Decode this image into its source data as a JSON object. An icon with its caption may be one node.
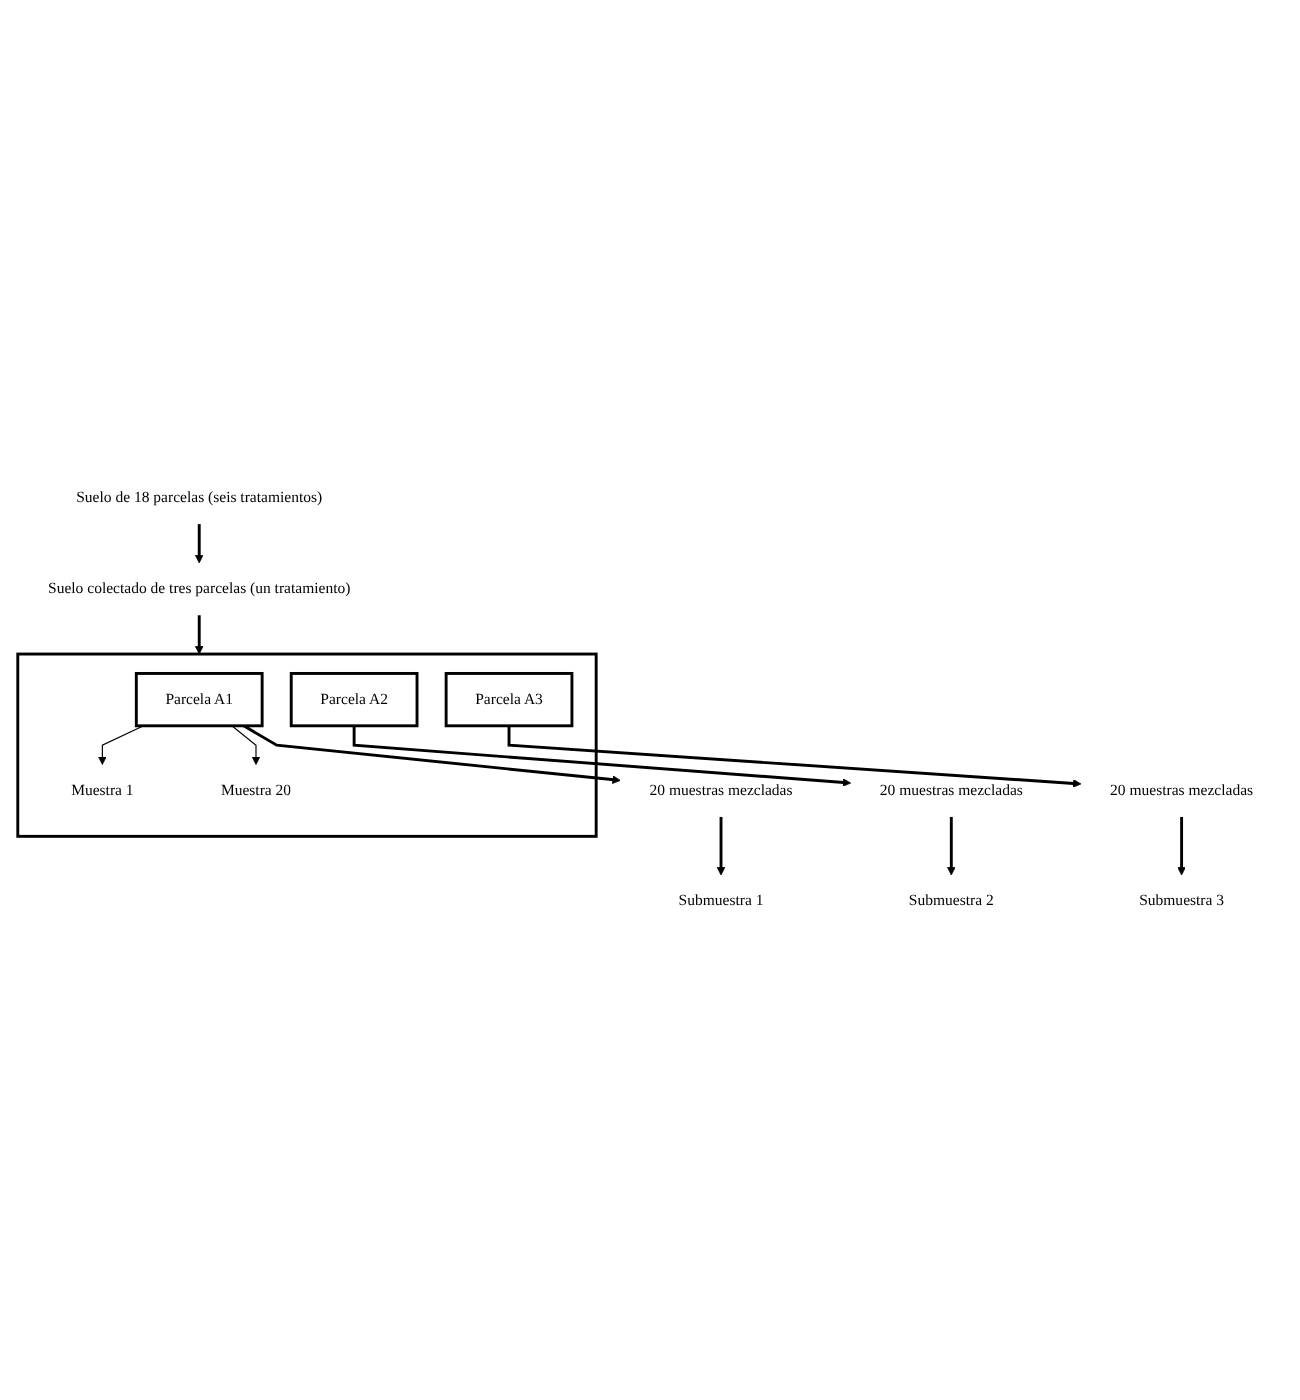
{
  "diagram": {
    "nodes": [
      {
        "text": [
          "Suelo de 18 parcelas (seis tratamientos)"
        ]
      },
      {
        "text": [
          "Suelo colectado de tres parcelas (un tratamiento)"
        ]
      },
      {
        "text": [],
        "shape": "box"
      },
      {
        "text": [
          "Parcela A1"
        ],
        "in": 2
      },
      {
        "text": [
          "Parcela A2"
        ],
        "in": 2
      },
      {
        "text": [
          "Parcela A3"
        ],
        "in": 2
      },
      {
        "text": [
          "Muestra 1"
        ],
        "in": 2
      },
      {
        "text": [
          "Muestra 20"
        ],
        "in": 2
      },
      {
        "text": [
          "20 muestras mezcladas"
        ]
      },
      {
        "text": [
          "20 muestras mezcladas"
        ]
      },
      {
        "text": [
          "20 muestras mezcladas"
        ]
      },
      {
        "text": [
          "Submuestra 1"
        ]
      },
      {
        "text": [
          "Submuestra 2"
        ]
      },
      {
        "text": [
          "Submuestra 3"
        ]
      }
    ],
    "edges": [
      {
        "from": 0,
        "to": 1,
        "arrow": "to"
      },
      {
        "from": 1,
        "to": 2,
        "arrow": "to"
      },
      {
        "from": 3,
        "to": 6,
        "arrow": "to"
      },
      {
        "from": 3,
        "to": 7,
        "arrow": "to"
      },
      {
        "from": 3,
        "to": 8,
        "arrow": "to"
      },
      {
        "from": 4,
        "to": 9,
        "arrow": "to"
      },
      {
        "from": 5,
        "to": 10,
        "arrow": "to"
      },
      {
        "from": 8,
        "to": 11,
        "arrow": "to"
      },
      {
        "from": 9,
        "to": 12,
        "arrow": "to"
      },
      {
        "from": 10,
        "to": 13,
        "arrow": "to"
      }
    ]
  }
}
